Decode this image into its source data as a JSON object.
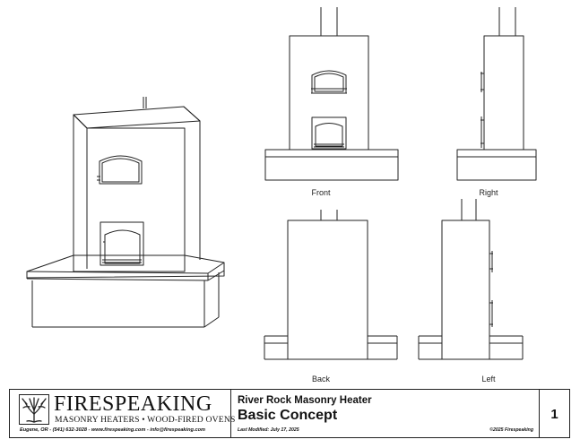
{
  "views": {
    "front": "Front",
    "right": "Right",
    "back": "Back",
    "left": "Left"
  },
  "title_block": {
    "brand_name": "FIRESPEAKING",
    "brand_tagline": "MASONRY HEATERS • WOOD-FIRED OVENS",
    "contact": "Eugene, OR - (541) 632-3028 - www.firespeaking.com - info@firespeaking.com",
    "project_name": "River Rock Masonry Heater",
    "drawing_title": "Basic Concept",
    "last_modified": "Last Modified: July 17, 2025",
    "copyright": "©2025 Firespeaking",
    "page_number": "1"
  },
  "colors": {
    "line": "#222222",
    "background": "#ffffff"
  },
  "icons": {
    "logo": "tree-logo-icon"
  }
}
